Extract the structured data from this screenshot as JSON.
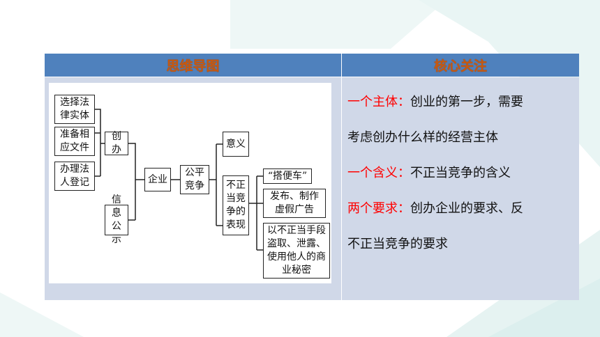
{
  "header": {
    "left_title": "思维导图",
    "right_title": "核心关注"
  },
  "colors": {
    "header_bg": "#4f81bd",
    "header_text": "#c65911",
    "cell_bg": "#d0d8e8",
    "highlight": "#ff0000"
  },
  "mind_map": {
    "nodes": {
      "select": "选择法\n律实体",
      "prepare": "准备相\n应文件",
      "register": "办理法\n人登记",
      "found": "创办",
      "info": "信息\n公示",
      "enterprise": "企业",
      "fair": "公平\n竞争",
      "meaning": "意义",
      "unfair": "不正\n当竞\n争的\n表现",
      "hitch": "“搭便车”",
      "false_ad": "发布、制作\n虚假广告",
      "secrets": "以不正当手段\n盗取、泄露、\n使用他人的商\n业秘密"
    }
  },
  "focus": {
    "line1": {
      "label": "一个主体：",
      "text": "创业的第一步，需要"
    },
    "line2": {
      "text": "考虑创办什么样的经营主体"
    },
    "line3": {
      "label": "一个含义：",
      "text": "不正当竞争的含义"
    },
    "line4": {
      "label": "两个要求：",
      "text": "创办企业的要求、反"
    },
    "line5": {
      "text": "不正当竞争的要求"
    }
  }
}
